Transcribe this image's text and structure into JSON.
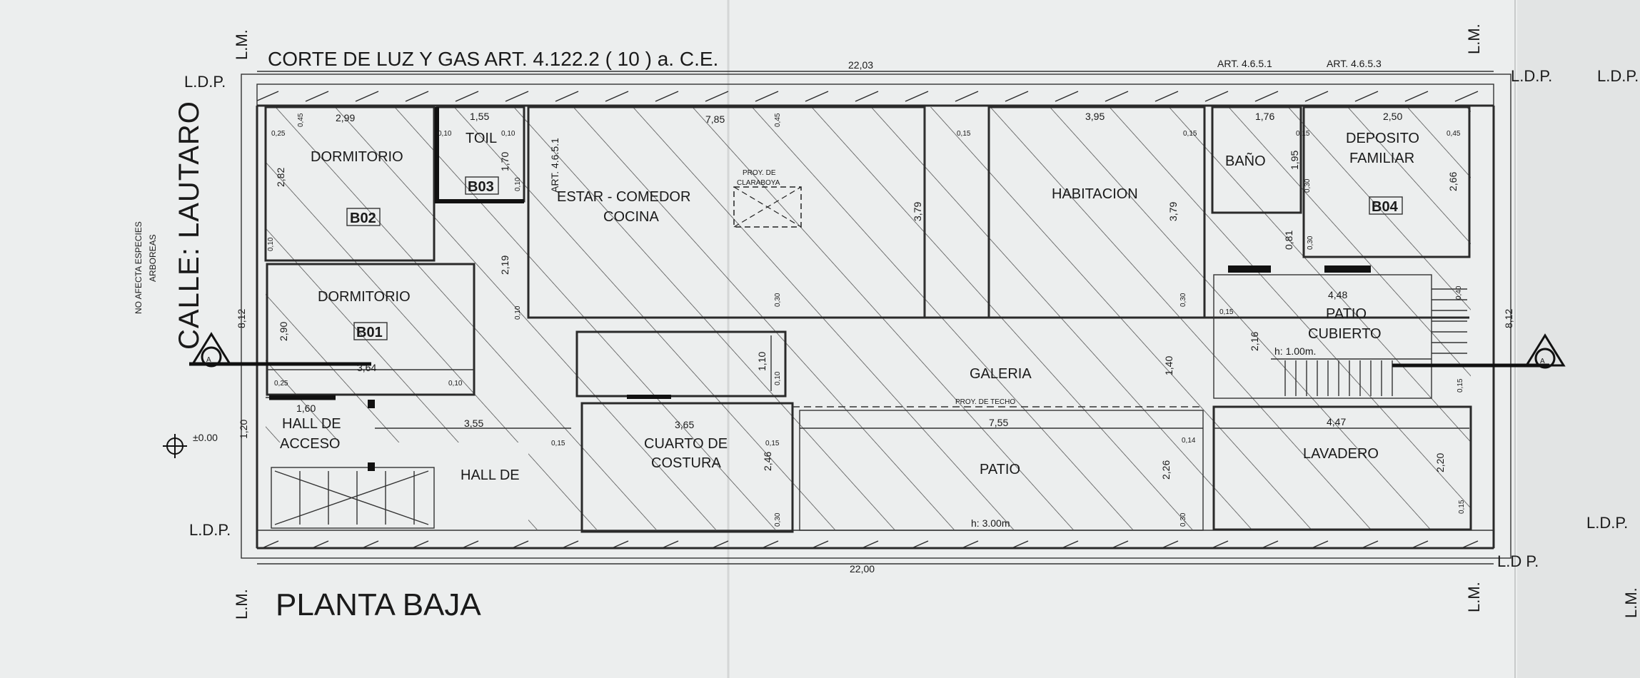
{
  "header": {
    "title": "CORTE DE LUZ Y GAS ART. 4.122.2 ( 10 ) a. C.E.",
    "art1": "ART. 4.6.5.1",
    "art2": "ART. 4.6.5.3"
  },
  "footer": {
    "plan_title": "PLANTA BAJA"
  },
  "street": {
    "name": "CALLE: LAUTARO",
    "tree_note_1": "NO AFECTA ESPECIES",
    "tree_note_2": "ARBOREAS"
  },
  "markers": {
    "lm": "L.M.",
    "ldp": "L.D.P.",
    "ldp_alt": "L.D P.",
    "level": "±0.00",
    "section": "A"
  },
  "rooms": {
    "dormitorio_b02": "DORMITORIO",
    "toil": "TOIL",
    "estar_1": "ESTAR - COMEDOR",
    "estar_2": "COCINA",
    "proy_1": "PROY. DE",
    "proy_2": "CLARABOYA",
    "habitacion": "HABITACION",
    "bano": "BAÑO",
    "deposito_1": "DEPOSITO",
    "deposito_2": "FAMILIAR",
    "dormitorio_b01": "DORMITORIO",
    "patio_cubierto_1": "PATIO",
    "patio_cubierto_2": "CUBIERTO",
    "patio_cubierto_h": "h: 1.00m.",
    "galeria": "GALERIA",
    "proy_techo": "PROY. DE TECHO",
    "hall_acceso_1": "HALL DE",
    "hall_acceso_2": "ACCESO",
    "hall_de": "HALL DE",
    "costura_1": "CUARTO DE",
    "costura_2": "COSTURA",
    "patio": "PATIO",
    "patio_h": "h: 3.00m",
    "lavadero": "LAVADERO"
  },
  "tags": {
    "b01": "B01",
    "b02": "B02",
    "b03": "B03",
    "b04": "B04"
  },
  "dims": {
    "top_total": "22,03",
    "bottom_total": "22,00",
    "side_left": "8,12",
    "side_right": "8,12",
    "d_299": "2,99",
    "d_155": "1,55",
    "d_785": "7,85",
    "d_395": "3,95",
    "d_176": "1,76",
    "d_250": "2,50",
    "d_282": "2,82",
    "d_290": "2,90",
    "d_364": "3,64",
    "d_160": "1,60",
    "d_355": "3,55",
    "d_365": "3,65",
    "d_755": "7,55",
    "d_447": "4,47",
    "d_448": "4,48",
    "d_379a": "3,79",
    "d_379b": "3,79",
    "d_170": "1,70",
    "d_219": "2,19",
    "d_195": "1,95",
    "d_266": "2,66",
    "d_216": "2,16",
    "d_246": "2,46",
    "d_226": "2,26",
    "d_220": "2,20",
    "d_140": "1,40",
    "d_110": "1,10",
    "d_120": "1,20",
    "d_081": "0,81",
    "d_045a": "0,45",
    "d_045b": "0,45",
    "d_045c": "0,45",
    "d_025a": "0,25",
    "d_025b": "0,25",
    "d_010a": "0,10",
    "d_010b": "0,10",
    "d_010c": "0,10",
    "d_010d": "0,10",
    "d_010e": "0,10",
    "d_010f": "0,10",
    "d_010g": "0,10",
    "d_015a": "0,15",
    "d_015b": "0,15",
    "d_015c": "0,15",
    "d_015d": "0,15",
    "d_015e": "0,15",
    "d_015f": "0,15",
    "d_015g": "0,15",
    "d_015h": "0,15",
    "d_014": "0,14",
    "d_030a": "0,30",
    "d_030b": "0,30",
    "d_030c": "0,30",
    "d_030d": "0,30",
    "d_030e": "0,30",
    "d_030f": "0,30",
    "d_040": "0,40",
    "art_side": "ART. 4.6.5.1"
  }
}
